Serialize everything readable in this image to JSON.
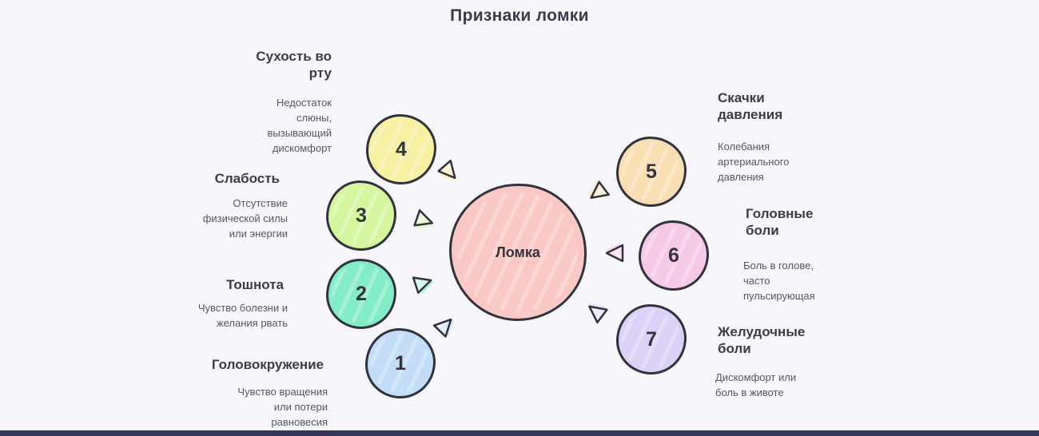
{
  "diagram": {
    "title": "Признаки ломки",
    "center_label": "Ломка",
    "center_fill": "#fac9c5",
    "background": "#f7f7fb",
    "footer_color": "#333657",
    "outline_color": "#32323e"
  },
  "items": [
    {
      "number": "1",
      "title": "Головокружение",
      "description": "Чувство вращения или потери равновесия",
      "fill": "#c3ddf8",
      "tint": "#e4effb"
    },
    {
      "number": "2",
      "title": "Тошнота",
      "description": "Чувство болезни и желания рвать",
      "fill": "#85ecc8",
      "tint": "#d6f9ec"
    },
    {
      "number": "3",
      "title": "Слабость",
      "description": "Отсутствие физической силы или энергии",
      "fill": "#d5f59e",
      "tint": "#edfbd4"
    },
    {
      "number": "4",
      "title": "Сухость во рту",
      "description": "Недостаток слюны, вызывающий дискомфорт",
      "fill": "#f8f0a2",
      "tint": "#fcf8d4"
    },
    {
      "number": "5",
      "title": "Скачки давления",
      "description": "Колебания артериального давления",
      "fill": "#fadfb4",
      "tint": "#fdf1da"
    },
    {
      "number": "6",
      "title": "Головные боли",
      "description": "Боль в голове, часто пульсирующая",
      "fill": "#f7c9e8",
      "tint": "#fce6f4"
    },
    {
      "number": "7",
      "title": "Желудочные боли",
      "description": "Дискомфорт или боль в животе",
      "fill": "#dcd2f7",
      "tint": "#efeafb"
    }
  ]
}
